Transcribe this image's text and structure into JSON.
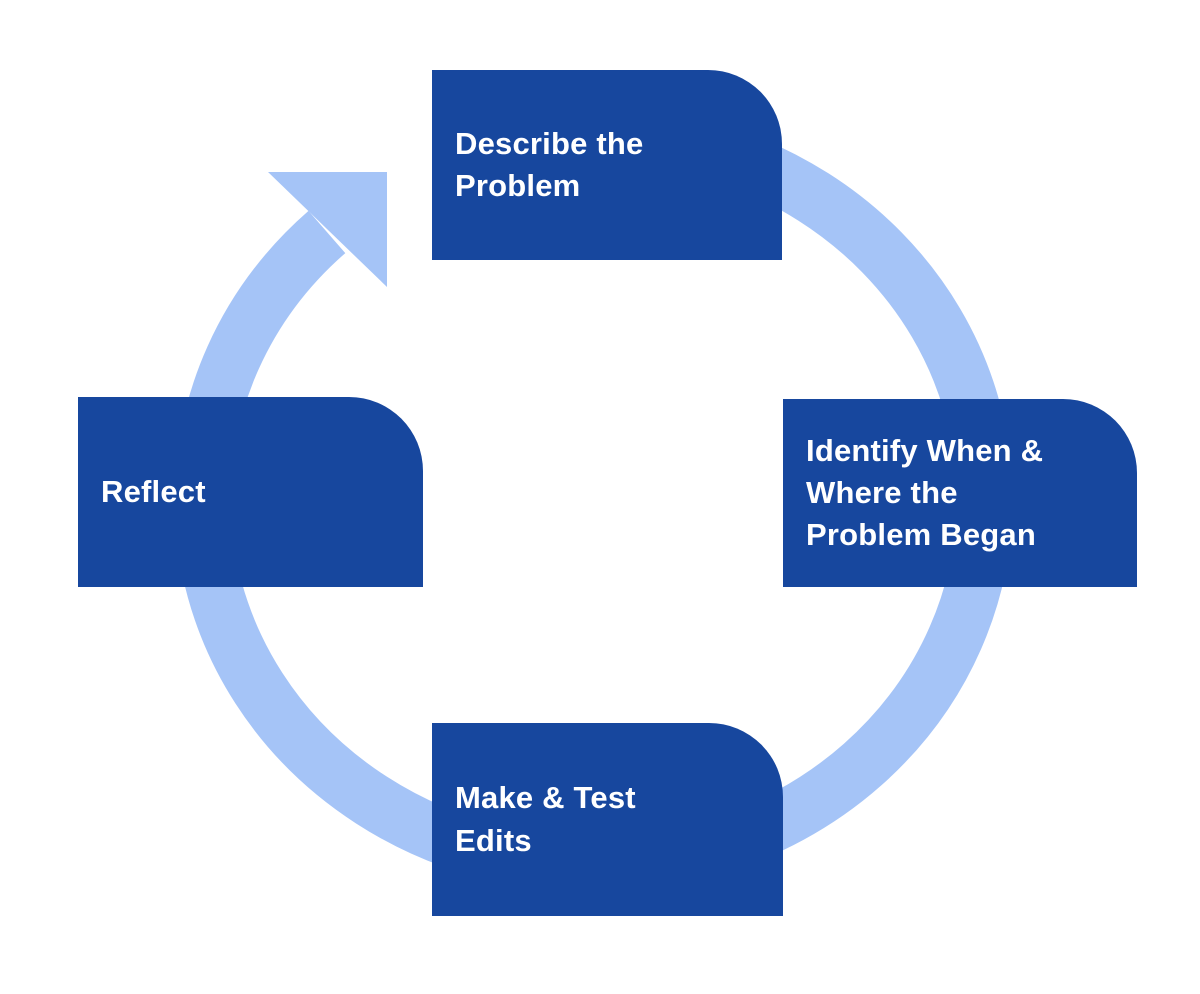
{
  "colors": {
    "box": "#17479E",
    "ring": "#A5C4F7",
    "label": "#FFFFFF",
    "background": "#FFFFFF"
  },
  "cycle": {
    "direction": "clockwise",
    "steps": [
      {
        "id": "describe-problem",
        "position": "top",
        "label": "Describe the\nProblem"
      },
      {
        "id": "identify-when-where",
        "position": "right",
        "label": "Identify When &\nWhere the\nProblem Began"
      },
      {
        "id": "make-test-edits",
        "position": "bottom",
        "label": "Make & Test\nEdits"
      },
      {
        "id": "reflect",
        "position": "left",
        "label": "Reflect"
      }
    ]
  }
}
